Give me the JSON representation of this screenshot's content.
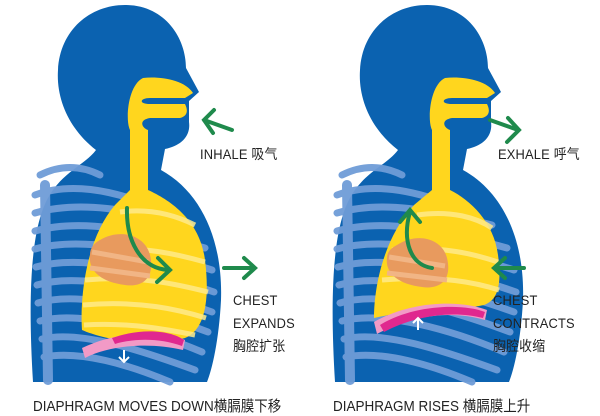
{
  "colors": {
    "body": "#0b62b0",
    "ribs": "#6f9cd8",
    "airway": "#ffd61e",
    "lung_stripe": "#ffeb8a",
    "heart": "#e89a5e",
    "diaphragm": "#e0288f",
    "diaphragm_light": "#f29ac6",
    "arrow": "#1f8a4c"
  },
  "inhale_figure": {
    "breath_label": "INHALE 吸气",
    "chest_label": [
      "CHEST",
      "EXPANDS",
      "胸腔扩张"
    ],
    "caption": "DIAPHRAGM MOVES DOWN横膈膜下移"
  },
  "exhale_figure": {
    "breath_label": "EXHALE 呼气",
    "chest_label": [
      "CHEST",
      "CONTRACTS",
      "胸腔收缩"
    ],
    "caption": "DIAPHRAGM RISES 横膈膜上升"
  }
}
